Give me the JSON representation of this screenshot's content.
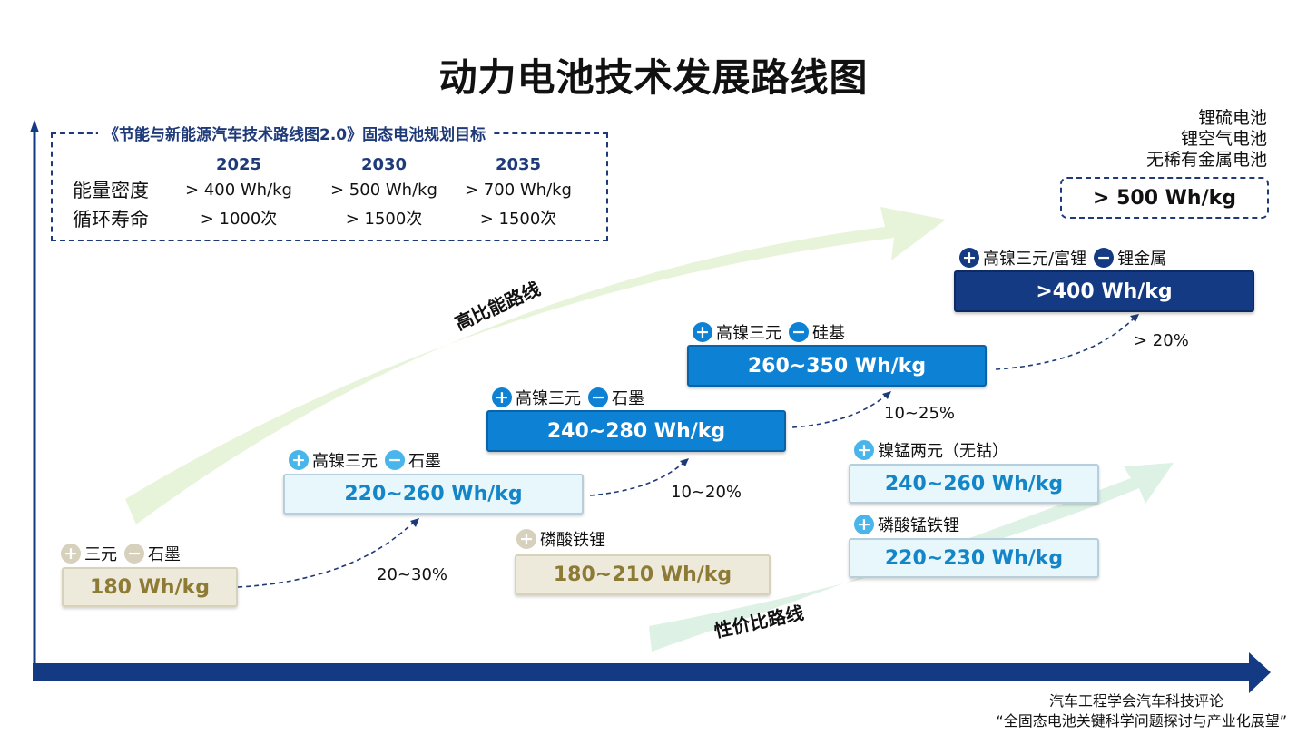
{
  "title": "动力电池技术发展路线图",
  "plan": {
    "title": "《节能与新能源汽车技术路线图2.0》固态电池规划目标",
    "years": [
      "2025",
      "2030",
      "2035"
    ],
    "rows": [
      {
        "label": "能量密度",
        "values": [
          "> 400 Wh/kg",
          "> 500 Wh/kg",
          "> 700 Wh/kg"
        ]
      },
      {
        "label": "循环寿命",
        "values": [
          "> 1000次",
          "> 1500次",
          "> 1500次"
        ]
      }
    ]
  },
  "routes": {
    "high_energy": "高比能路线",
    "cost_performance": "性价比路线"
  },
  "stages": {
    "s1": {
      "cathode": "三元",
      "anode": "石墨",
      "value": "180 Wh/kg"
    },
    "s2": {
      "cathode": "高镍三元",
      "anode": "石墨",
      "value": "220~260 Wh/kg"
    },
    "s3": {
      "cathode": "高镍三元",
      "anode": "石墨",
      "value": "240~280 Wh/kg"
    },
    "s4": {
      "cathode": "高镍三元",
      "anode": "硅基",
      "value": "260~350 Wh/kg"
    },
    "s5": {
      "cathode": "高镍三元/富锂",
      "anode": "锂金属",
      "value": ">400 Wh/kg"
    },
    "lfp": {
      "cathode": "磷酸铁锂",
      "value": "180~210 Wh/kg"
    },
    "lnm": {
      "cathode": "镍锰两元（无钴）",
      "value": "240~260 Wh/kg"
    },
    "lmfp": {
      "cathode": "磷酸锰铁锂",
      "value": "220~230 Wh/kg"
    }
  },
  "increments": [
    "20~30%",
    "10~20%",
    "10~25%",
    "> 20%"
  ],
  "future": {
    "batteries": [
      "锂硫电池",
      "锂空气电池",
      "无稀有金属电池"
    ],
    "value": "> 500 Wh/kg"
  },
  "source": {
    "line1": "汽车工程学会汽车科技评论",
    "line2": "“全固态电池关键科学问题探讨与产业化展望”"
  },
  "colors": {
    "navy": "#143a83",
    "blue": "#0d81d3",
    "light_blue": "#49b5ea",
    "beige": "#eeeadb",
    "green_band": "#e3f2d4"
  }
}
